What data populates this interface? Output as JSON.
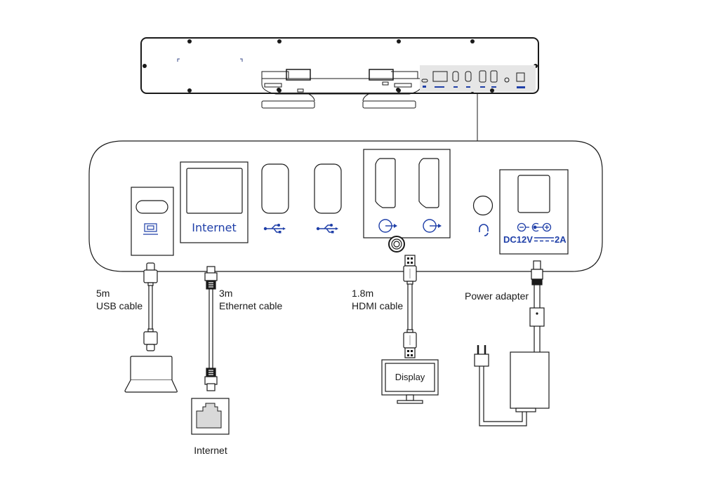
{
  "device": {
    "name": "video-bar-rear",
    "port_labels": {
      "ethernet": "Internet",
      "power_rating": "DC12V",
      "power_current": "2A"
    }
  },
  "cables": [
    {
      "length": "5m",
      "name": "USB cable"
    },
    {
      "length": "3m",
      "name": "Ethernet cable"
    },
    {
      "length": "1.8m",
      "name": "HDMI cable"
    },
    {
      "length": "",
      "name": "Power adapter"
    }
  ],
  "endpoints": {
    "display": "Display",
    "internet": "Internet"
  },
  "colors": {
    "line": "#1a1a1a",
    "port_icon": "#1f3fa8",
    "panel_fill": "#e6e6e6",
    "jack_fill": "#d9d9d9"
  }
}
